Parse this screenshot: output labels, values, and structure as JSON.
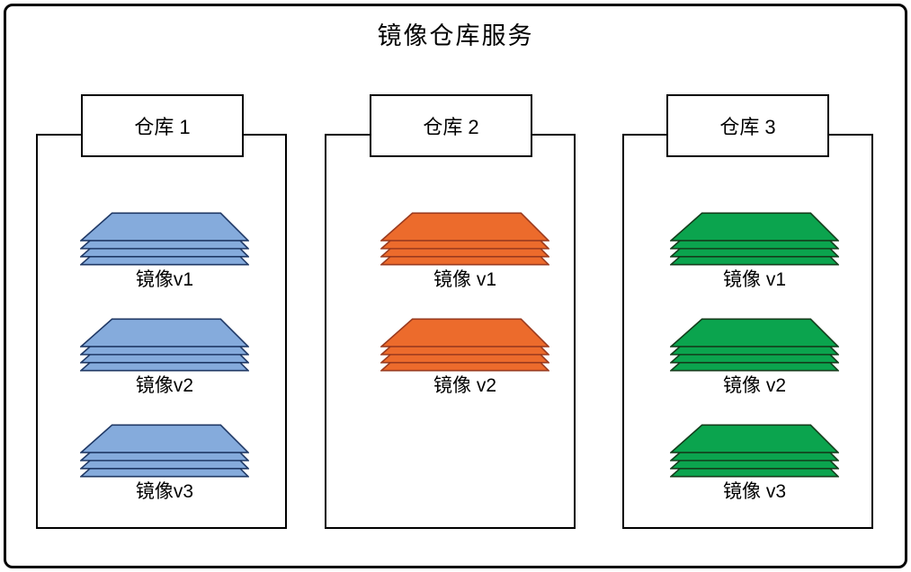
{
  "title": "镜像仓库服务",
  "repos": [
    {
      "name": "仓库 1",
      "images": [
        "镜像v1",
        "镜像v2",
        "镜像v3"
      ]
    },
    {
      "name": "仓库 2",
      "images": [
        "镜像 v1",
        "镜像 v2"
      ]
    },
    {
      "name": "仓库 3",
      "images": [
        "镜像 v1",
        "镜像 v2",
        "镜像 v3"
      ]
    }
  ],
  "colors": {
    "repo1_fill": "#85ABDC",
    "repo1_stroke": "#1F3865",
    "repo2_fill": "#EC6B2C",
    "repo2_stroke": "#9A3A1E",
    "repo3_fill": "#0BA44E",
    "repo3_stroke": "#143C1B",
    "frame": "#000000",
    "background": "#FFFFFF"
  }
}
